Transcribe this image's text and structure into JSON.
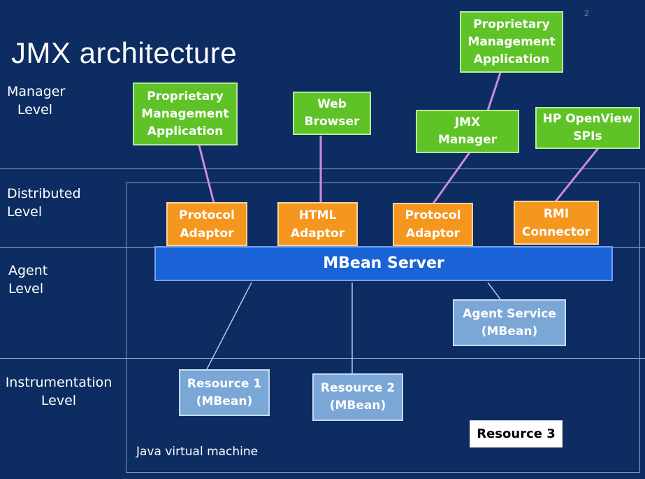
{
  "title": "JMX architecture",
  "page_number": "2",
  "levels": {
    "manager": [
      "Manager",
      "Level"
    ],
    "distributed": [
      "Distributed",
      "Level"
    ],
    "agent": [
      "Agent",
      "Level"
    ],
    "instrumentation": [
      "Instrumentation",
      "Level"
    ]
  },
  "jvm_label": "Java virtual machine",
  "manager_boxes": {
    "prop_app_left": [
      "Proprietary",
      "Management",
      "Application"
    ],
    "web_browser": [
      "Web",
      "Browser"
    ],
    "prop_app_top": [
      "Proprietary",
      "Management",
      "Application"
    ],
    "jmx_manager": [
      "JMX",
      "Manager"
    ],
    "hp_openview": [
      "HP OpenView",
      "SPIs"
    ]
  },
  "adaptors": {
    "protocol_1": [
      "Protocol",
      "Adaptor"
    ],
    "html": [
      "HTML",
      "Adaptor"
    ],
    "protocol_2": [
      "Protocol",
      "Adaptor"
    ],
    "rmi": [
      "RMI",
      "Connector"
    ]
  },
  "mbean_server": "MBean Server",
  "agent_service": [
    "Agent Service",
    "(MBean)"
  ],
  "resources": {
    "r1": [
      "Resource 1",
      "(MBean)"
    ],
    "r2": [
      "Resource 2",
      "(MBean)"
    ],
    "r3": "Resource 3"
  },
  "colors": {
    "background": "#0c2c62",
    "manager_box": "#5fc227",
    "adaptor_box": "#f5961e",
    "mbean_server": "#1a63d6",
    "mbean_box": "#7ba7d6",
    "connector_line": "#c98be0"
  }
}
